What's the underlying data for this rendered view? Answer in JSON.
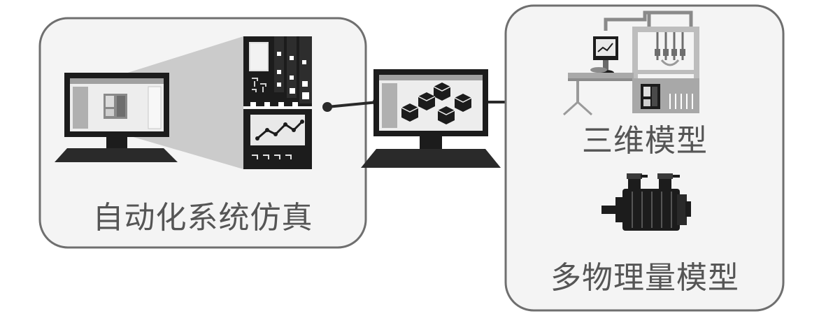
{
  "left_panel": {
    "label": "自动化系统仿真"
  },
  "right_panel": {
    "model_3d_label": "三维模型",
    "multiphysics_label": "多物理量模型"
  },
  "colors": {
    "panel_border": "#6f6f6f",
    "panel_fill": "#f4f4f4",
    "device_dark": "#1c1c1c",
    "screen_gray": "#e9e9e9",
    "accent_gray": "#a8a8a8",
    "text": "#555555"
  },
  "icons": [
    "desktop-monitor-icon",
    "controller-hmi-icon",
    "desktop-monitor-icon",
    "cubes-3d-icon",
    "factory-machine-icon",
    "servo-motor-icon"
  ]
}
